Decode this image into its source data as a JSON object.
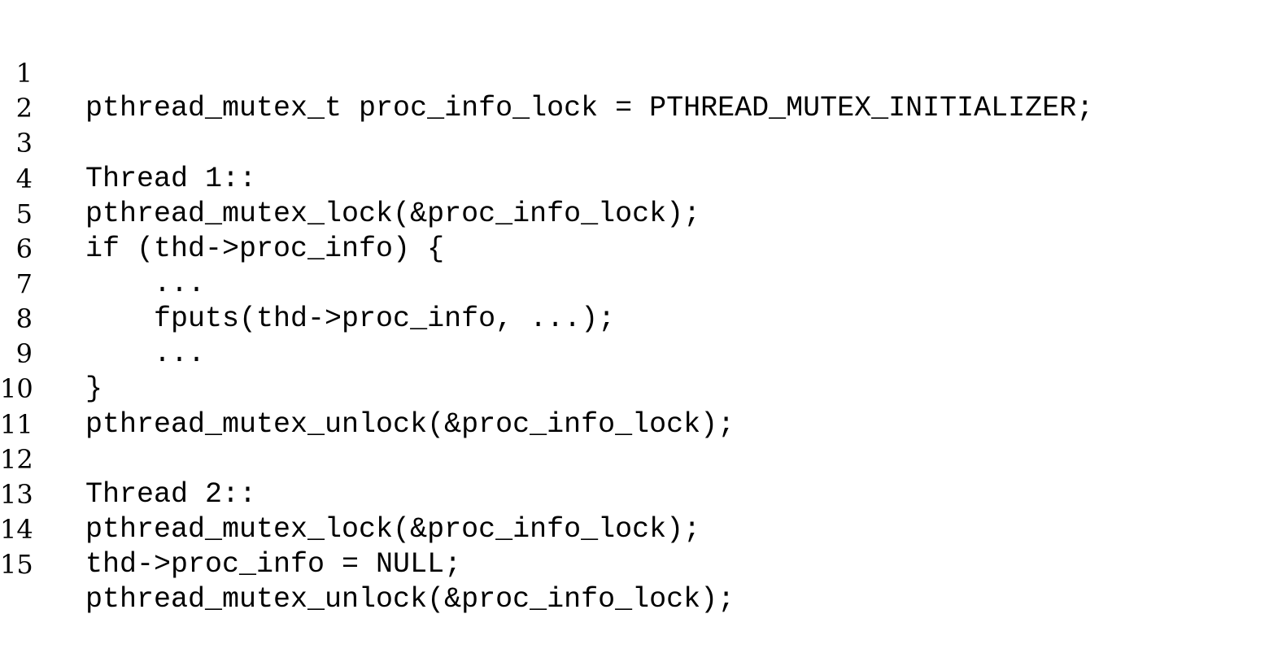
{
  "code_listing": {
    "lines": [
      {
        "number": "1",
        "code": "pthread_mutex_t proc_info_lock = PTHREAD_MUTEX_INITIALIZER;"
      },
      {
        "number": "2",
        "code": ""
      },
      {
        "number": "3",
        "code": "Thread 1::"
      },
      {
        "number": "4",
        "code": "pthread_mutex_lock(&proc_info_lock);"
      },
      {
        "number": "5",
        "code": "if (thd->proc_info) {"
      },
      {
        "number": "6",
        "code": "    ..."
      },
      {
        "number": "7",
        "code": "    fputs(thd->proc_info, ...);"
      },
      {
        "number": "8",
        "code": "    ..."
      },
      {
        "number": "9",
        "code": "}"
      },
      {
        "number": "10",
        "code": "pthread_mutex_unlock(&proc_info_lock);"
      },
      {
        "number": "11",
        "code": ""
      },
      {
        "number": "12",
        "code": "Thread 2::"
      },
      {
        "number": "13",
        "code": "pthread_mutex_lock(&proc_info_lock);"
      },
      {
        "number": "14",
        "code": "thd->proc_info = NULL;"
      },
      {
        "number": "15",
        "code": "pthread_mutex_unlock(&proc_info_lock);"
      }
    ]
  }
}
